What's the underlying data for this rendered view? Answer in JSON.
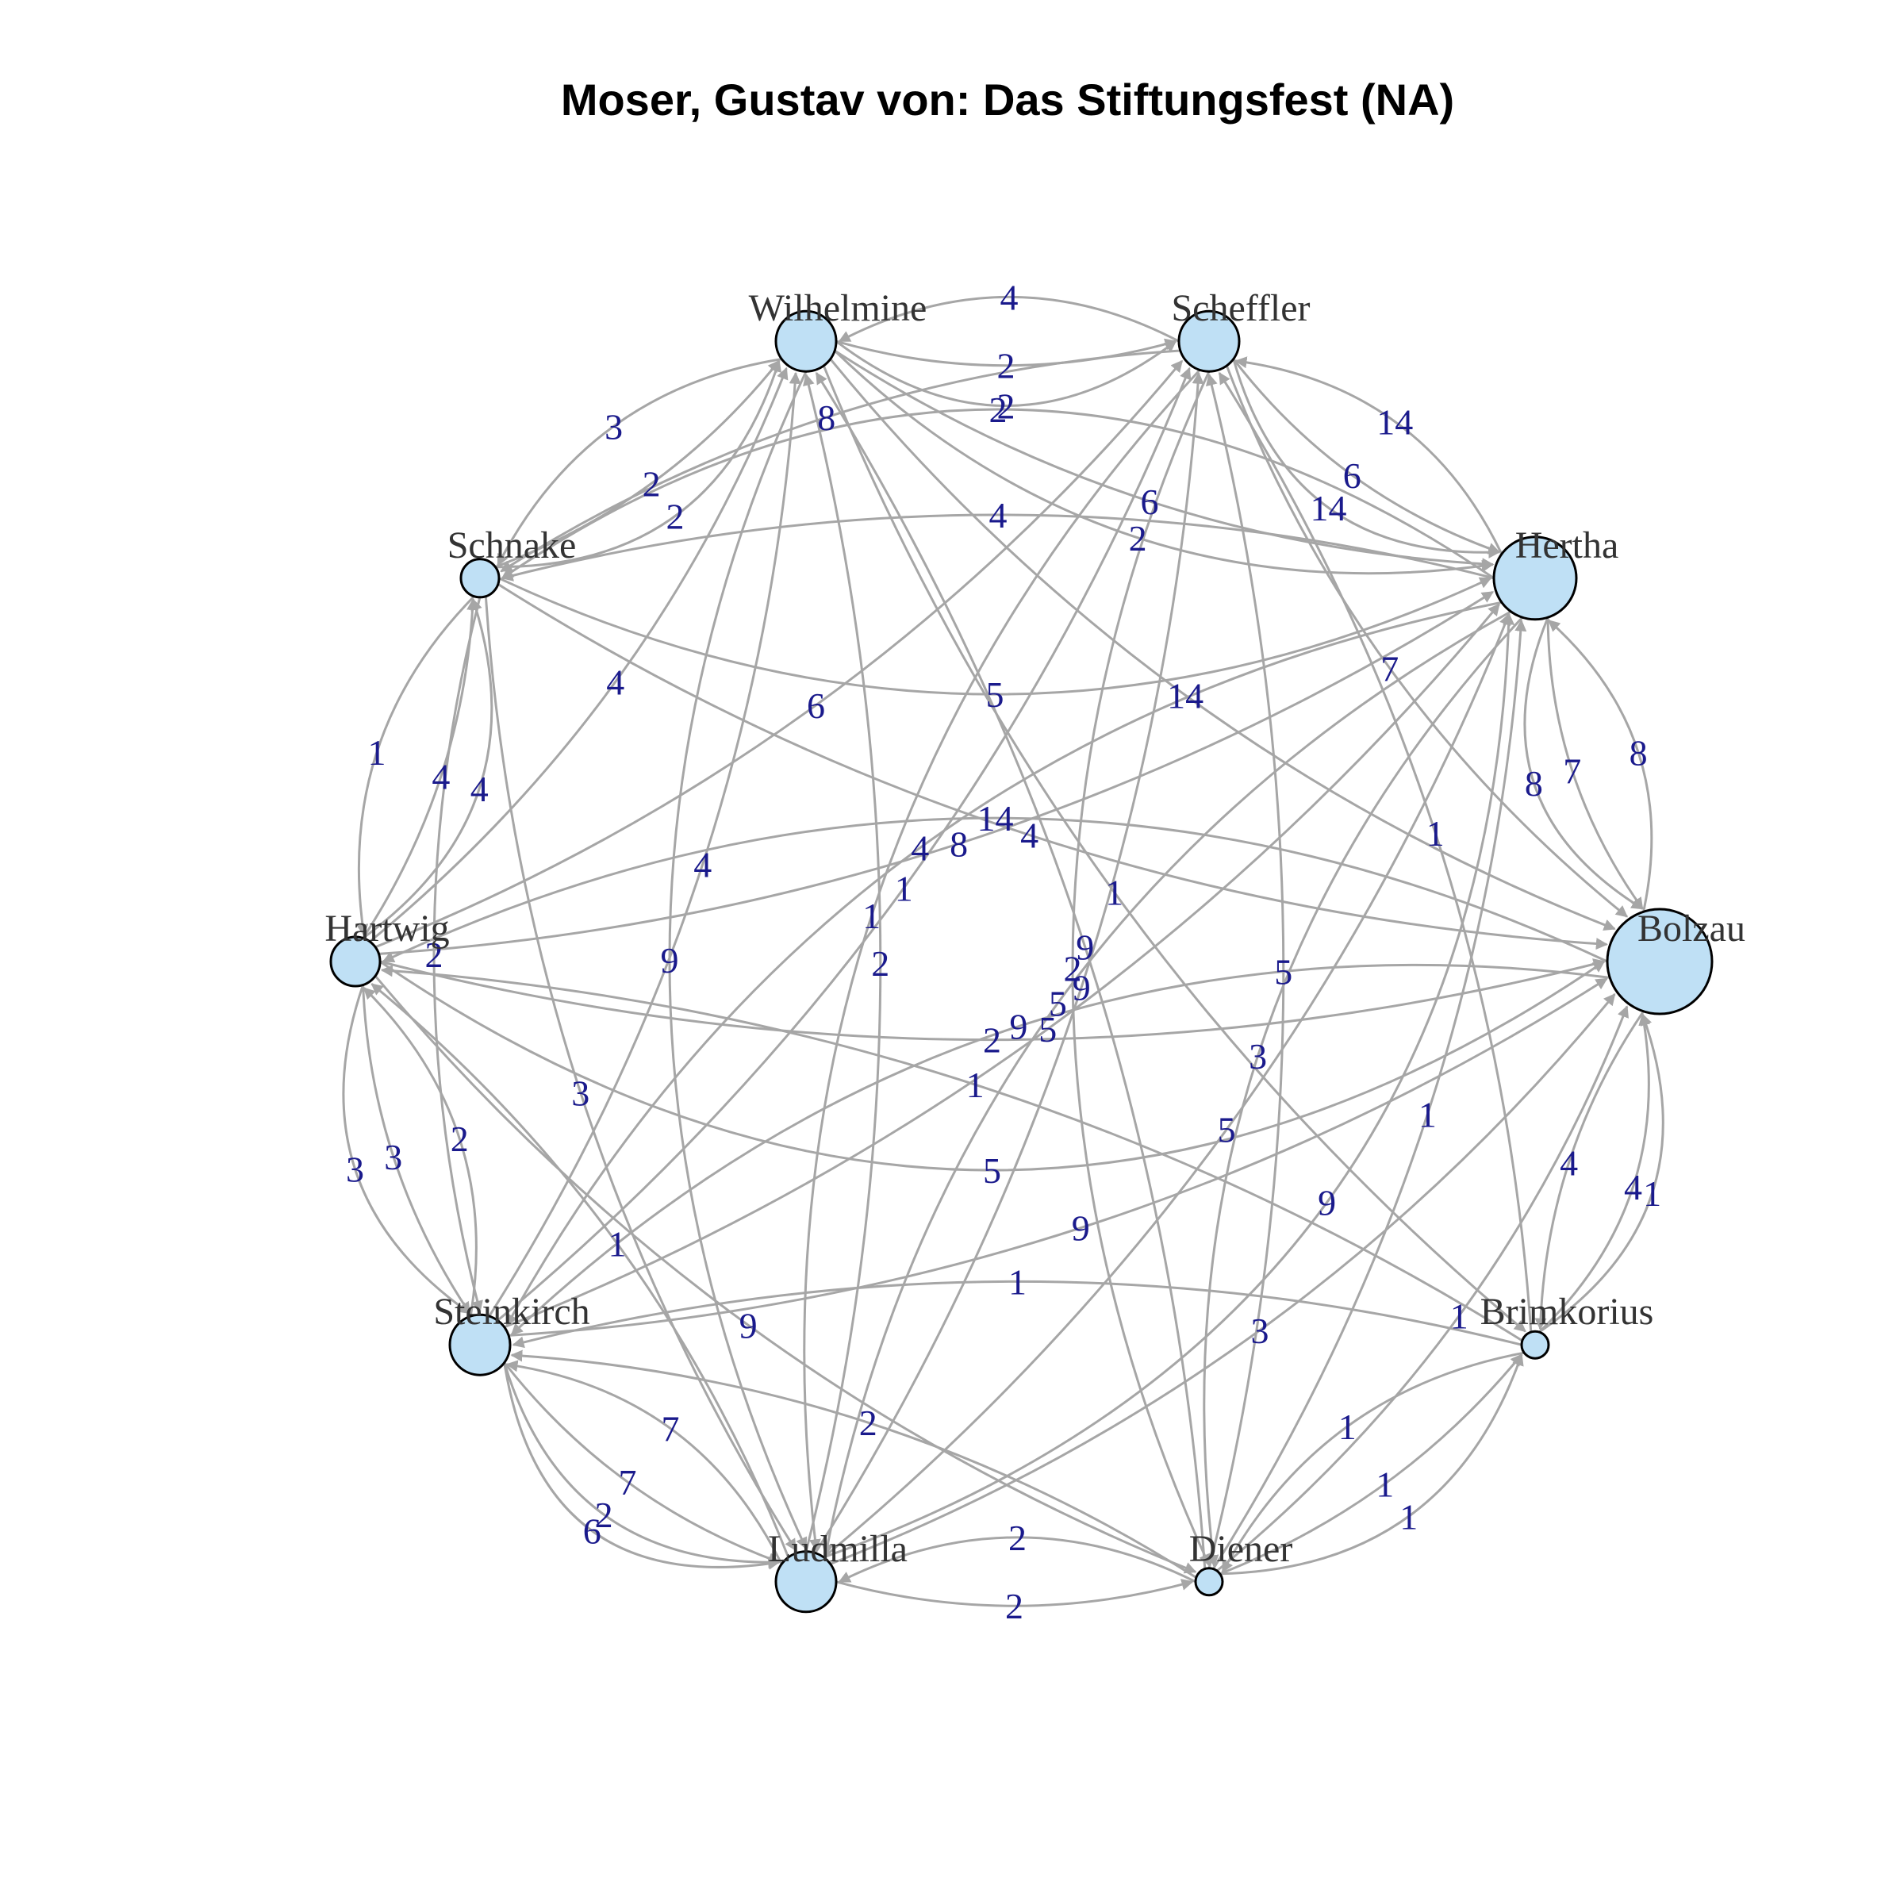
{
  "title": "Moser, Gustav von: Das Stiftungsfest (NA)",
  "colors": {
    "node_fill": "#bfe0f5",
    "edge": "#a6a6a6",
    "edge_label": "#1a1a8c"
  },
  "nodes": [
    {
      "id": "Wilhelmine",
      "label": "Wilhelmine",
      "size": 4
    },
    {
      "id": "Scheffler",
      "label": "Scheffler",
      "size": 4
    },
    {
      "id": "Hertha",
      "label": "Hertha",
      "size": 6
    },
    {
      "id": "Bolzau",
      "label": "Bolzau",
      "size": 8
    },
    {
      "id": "Brimkorius",
      "label": "Brimkorius",
      "size": 1
    },
    {
      "id": "Diener",
      "label": "Diener",
      "size": 1
    },
    {
      "id": "Ludmilla",
      "label": "Ludmilla",
      "size": 4
    },
    {
      "id": "Steinkirch",
      "label": "Steinkirch",
      "size": 4
    },
    {
      "id": "Hartwig",
      "label": "Hartwig",
      "size": 3
    },
    {
      "id": "Schnake",
      "label": "Schnake",
      "size": 2
    }
  ],
  "edges": [
    {
      "from": "Wilhelmine",
      "to": "Scheffler",
      "weight": "2"
    },
    {
      "from": "Scheffler",
      "to": "Wilhelmine",
      "weight": "4"
    },
    {
      "from": "Wilhelmine",
      "to": "Scheffler",
      "weight": "2"
    },
    {
      "from": "Schnake",
      "to": "Wilhelmine",
      "weight": "2"
    },
    {
      "from": "Wilhelmine",
      "to": "Schnake",
      "weight": "3"
    },
    {
      "from": "Schnake",
      "to": "Wilhelmine",
      "weight": "2"
    },
    {
      "from": "Scheffler",
      "to": "Schnake",
      "weight": "8"
    },
    {
      "from": "Hertha",
      "to": "Schnake",
      "weight": "4"
    },
    {
      "from": "Scheffler",
      "to": "Hertha",
      "weight": "6"
    },
    {
      "from": "Hertha",
      "to": "Scheffler",
      "weight": "14"
    },
    {
      "from": "Scheffler",
      "to": "Hertha",
      "weight": "14"
    },
    {
      "from": "Wilhelmine",
      "to": "Hertha",
      "weight": "6"
    },
    {
      "from": "Wilhelmine",
      "to": "Hertha",
      "weight": "2"
    },
    {
      "from": "Schnake",
      "to": "Hertha",
      "weight": "5"
    },
    {
      "from": "Hertha",
      "to": "Schnake",
      "weight": "2"
    },
    {
      "from": "Hertha",
      "to": "Bolzau",
      "weight": "7"
    },
    {
      "from": "Bolzau",
      "to": "Hertha",
      "weight": "8"
    },
    {
      "from": "Hertha",
      "to": "Bolzau",
      "weight": "8"
    },
    {
      "from": "Hartwig",
      "to": "Schnake",
      "weight": "4"
    },
    {
      "from": "Schnake",
      "to": "Hartwig",
      "weight": "1"
    },
    {
      "from": "Hartwig",
      "to": "Schnake",
      "weight": "4"
    },
    {
      "from": "Hartwig",
      "to": "Steinkirch",
      "weight": "3"
    },
    {
      "from": "Steinkirch",
      "to": "Hartwig",
      "weight": "2"
    },
    {
      "from": "Hartwig",
      "to": "Steinkirch",
      "weight": "3"
    },
    {
      "from": "Steinkirch",
      "to": "Ludmilla",
      "weight": "7"
    },
    {
      "from": "Ludmilla",
      "to": "Steinkirch",
      "weight": "7"
    },
    {
      "from": "Steinkirch",
      "to": "Ludmilla",
      "weight": "2"
    },
    {
      "from": "Ludmilla",
      "to": "Diener",
      "weight": "2"
    },
    {
      "from": "Diener",
      "to": "Ludmilla",
      "weight": "2"
    },
    {
      "from": "Diener",
      "to": "Brimkorius",
      "weight": "1"
    },
    {
      "from": "Brimkorius",
      "to": "Diener",
      "weight": "1"
    },
    {
      "from": "Diener",
      "to": "Brimkorius",
      "weight": "1"
    },
    {
      "from": "Bolzau",
      "to": "Brimkorius",
      "weight": "4"
    },
    {
      "from": "Brimkorius",
      "to": "Bolzau",
      "weight": "4"
    },
    {
      "from": "Brimkorius",
      "to": "Bolzau",
      "weight": "1"
    },
    {
      "from": "Hartwig",
      "to": "Bolzau",
      "weight": "2"
    },
    {
      "from": "Bolzau",
      "to": "Hartwig",
      "weight": "14"
    },
    {
      "from": "Hartwig",
      "to": "Bolzau",
      "weight": "5"
    },
    {
      "from": "Steinkirch",
      "to": "Bolzau",
      "weight": "9"
    },
    {
      "from": "Bolzau",
      "to": "Steinkirch",
      "weight": "9"
    },
    {
      "from": "Wilhelmine",
      "to": "Bolzau",
      "weight": "14"
    },
    {
      "from": "Schnake",
      "to": "Bolzau",
      "weight": "4"
    },
    {
      "from": "Scheffler",
      "to": "Bolzau",
      "weight": "7"
    },
    {
      "from": "Ludmilla",
      "to": "Bolzau",
      "weight": "3"
    },
    {
      "from": "Diener",
      "to": "Bolzau",
      "weight": "1"
    },
    {
      "from": "Steinkirch",
      "to": "Hertha",
      "weight": "5"
    },
    {
      "from": "Hertha",
      "to": "Steinkirch",
      "weight": "4"
    },
    {
      "from": "Hartwig",
      "to": "Hertha",
      "weight": "8"
    },
    {
      "from": "Ludmilla",
      "to": "Hertha",
      "weight": "5"
    },
    {
      "from": "Diener",
      "to": "Hertha",
      "weight": "1"
    },
    {
      "from": "Brimkorius",
      "to": "Scheffler",
      "weight": "1"
    },
    {
      "from": "Hartwig",
      "to": "Scheffler",
      "weight": "6"
    },
    {
      "from": "Steinkirch",
      "to": "Scheffler",
      "weight": "1"
    },
    {
      "from": "Ludmilla",
      "to": "Scheffler",
      "weight": "9"
    },
    {
      "from": "Diener",
      "to": "Scheffler",
      "weight": "5"
    },
    {
      "from": "Ludmilla",
      "to": "Wilhelmine",
      "weight": "2"
    },
    {
      "from": "Steinkirch",
      "to": "Wilhelmine",
      "weight": "4"
    },
    {
      "from": "Hartwig",
      "to": "Wilhelmine",
      "weight": "4"
    },
    {
      "from": "Diener",
      "to": "Wilhelmine",
      "weight": "9"
    },
    {
      "from": "Wilhelmine",
      "to": "Ludmilla",
      "weight": "9"
    },
    {
      "from": "Schnake",
      "to": "Steinkirch",
      "weight": "2"
    },
    {
      "from": "Schnake",
      "to": "Ludmilla",
      "weight": "3"
    },
    {
      "from": "Ludmilla",
      "to": "Hartwig",
      "weight": "1"
    },
    {
      "from": "Brimkorius",
      "to": "Hartwig",
      "weight": "1"
    },
    {
      "from": "Brimkorius",
      "to": "Steinkirch",
      "weight": "1"
    },
    {
      "from": "Diener",
      "to": "Steinkirch",
      "weight": "2"
    },
    {
      "from": "Hartwig",
      "to": "Diener",
      "weight": "9"
    },
    {
      "from": "Scheffler",
      "to": "Diener",
      "weight": "2"
    },
    {
      "from": "Wilhelmine",
      "to": "Brimkorius",
      "weight": "1"
    },
    {
      "from": "Hertha",
      "to": "Ludmilla",
      "weight": "5"
    },
    {
      "from": "Steinkirch",
      "to": "Ludmilla",
      "weight": "6"
    },
    {
      "from": "Scheffler",
      "to": "Ludmilla",
      "weight": "1"
    },
    {
      "from": "Hertha",
      "to": "Diener",
      "weight": "3"
    },
    {
      "from": "Ludmilla",
      "to": "Hertha",
      "weight": "9"
    }
  ]
}
